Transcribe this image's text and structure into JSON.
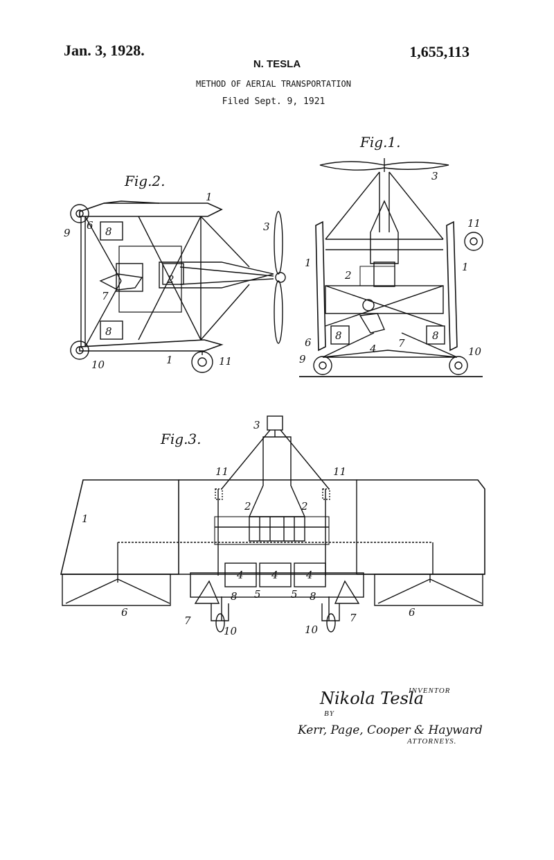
{
  "header": {
    "date": "Jan. 3, 1928.",
    "patent_number": "1,655,113",
    "inventor_name": "N. TESLA",
    "title": "METHOD OF AERIAL TRANSPORTATION",
    "filed": "Filed Sept. 9, 1921"
  },
  "figures": {
    "fig1": {
      "label": "Fig.1."
    },
    "fig2": {
      "label": "Fig.2."
    },
    "fig3": {
      "label": "Fig.3."
    }
  },
  "refs": {
    "n1": "1",
    "n2": "2",
    "n3": "3",
    "n4": "4",
    "n5": "5",
    "n6": "6",
    "n7": "7",
    "n8": "8",
    "n9": "9",
    "n10": "10",
    "n11": "11"
  },
  "signature": {
    "inventor_caption": "INVENTOR",
    "inventor_signature": "Nikola Tesla",
    "by": "BY",
    "attorney_signature": "Kerr, Page, Cooper & Hayward",
    "attorney_caption": "ATTORNEYS."
  }
}
